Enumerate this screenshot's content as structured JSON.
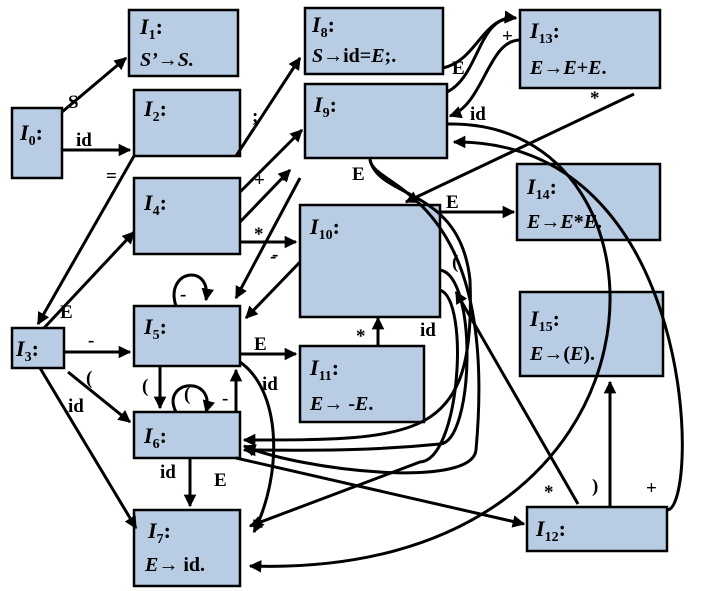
{
  "states": [
    {
      "id": "I0",
      "name": "I",
      "sub": "0",
      "name_suffix": ":",
      "items": []
    },
    {
      "id": "I1",
      "name": "I",
      "sub": "1",
      "name_suffix": ":",
      "items": [
        [
          {
            "t": "S’→S.",
            "i": true
          }
        ]
      ]
    },
    {
      "id": "I2",
      "name": "I",
      "sub": "2",
      "name_suffix": ":",
      "items": []
    },
    {
      "id": "I3",
      "name": "I",
      "sub": "3",
      "name_suffix": ":",
      "items": []
    },
    {
      "id": "I4",
      "name": "I",
      "sub": "4",
      "name_suffix": ":",
      "items": []
    },
    {
      "id": "I5",
      "name": "I",
      "sub": "5",
      "name_suffix": ":",
      "items": []
    },
    {
      "id": "I6",
      "name": "I",
      "sub": "6",
      "name_suffix": ":",
      "items": []
    },
    {
      "id": "I7",
      "name": "I",
      "sub": "7",
      "name_suffix": ":",
      "items": [
        [
          {
            "t": "E",
            "i": true
          },
          {
            "t": "→ id.",
            "i": false
          }
        ]
      ]
    },
    {
      "id": "I8",
      "name": "I",
      "sub": "8",
      "name_suffix": ":",
      "items": [
        [
          {
            "t": "S",
            "i": true
          },
          {
            "t": "→id=",
            "i": false
          },
          {
            "t": "E",
            "i": true
          },
          {
            "t": ";.",
            "i": false
          }
        ]
      ]
    },
    {
      "id": "I9",
      "name": "I",
      "sub": "9",
      "name_suffix": ":",
      "items": []
    },
    {
      "id": "I10",
      "name": "I",
      "sub": "10",
      "name_suffix": ":",
      "items": []
    },
    {
      "id": "I11",
      "name": "I",
      "sub": "11",
      "name_suffix": ":",
      "items": [
        [
          {
            "t": "E",
            "i": true
          },
          {
            "t": "→ -",
            "i": false
          },
          {
            "t": "E",
            "i": true
          },
          {
            "t": ".",
            "i": false
          }
        ]
      ]
    },
    {
      "id": "I12",
      "name": "I",
      "sub": "12",
      "name_suffix": ":",
      "items": []
    },
    {
      "id": "I13",
      "name": "I",
      "sub": "13",
      "name_suffix": ":",
      "items": [
        [
          {
            "t": "E",
            "i": true
          },
          {
            "t": "→",
            "i": false
          },
          {
            "t": "E",
            "i": true
          },
          {
            "t": "+",
            "i": false
          },
          {
            "t": "E",
            "i": true
          },
          {
            "t": ".",
            "i": false
          }
        ]
      ]
    },
    {
      "id": "I14",
      "name": "I",
      "sub": "14",
      "name_suffix": ":",
      "items": [
        [
          {
            "t": "E",
            "i": true
          },
          {
            "t": "→",
            "i": false
          },
          {
            "t": "E",
            "i": true
          },
          {
            "t": "*",
            "i": false
          },
          {
            "t": "E",
            "i": true
          },
          {
            "t": ".",
            "i": false
          }
        ]
      ]
    },
    {
      "id": "I15",
      "name": "I",
      "sub": "15",
      "name_suffix": ":",
      "items": [
        [
          {
            "t": "E",
            "i": true
          },
          {
            "t": "→(",
            "i": false
          },
          {
            "t": "E",
            "i": true
          },
          {
            "t": ").",
            "i": false
          }
        ]
      ]
    }
  ],
  "edges": [
    {
      "id": "e0-1",
      "from": "I0",
      "to": "I1",
      "label": "S"
    },
    {
      "id": "e0-2",
      "from": "I0",
      "to": "I2",
      "label": "id"
    },
    {
      "id": "e2-3",
      "from": "I2",
      "to": "I3",
      "label": "="
    },
    {
      "id": "e2-8",
      "from": "I2",
      "to": "I8",
      "label": ";"
    },
    {
      "id": "e3-4",
      "from": "I3",
      "to": "I4",
      "label": "E"
    },
    {
      "id": "e3-5",
      "from": "I3",
      "to": "I5",
      "label": "-"
    },
    {
      "id": "e3-6",
      "from": "I3",
      "to": "I6",
      "label": "("
    },
    {
      "id": "e3-7",
      "from": "I3",
      "to": "I7",
      "label": "id"
    },
    {
      "id": "e4-9",
      "from": "I4",
      "to": "I9",
      "label": "+"
    },
    {
      "id": "e4-5",
      "from": "I4",
      "to": "I5",
      "label": "-"
    },
    {
      "id": "e4-10",
      "from": "I4",
      "to": "I10",
      "label": "*"
    },
    {
      "id": "e5-5",
      "from": "I5",
      "to": "I5",
      "label": "-"
    },
    {
      "id": "e5-11",
      "from": "I5",
      "to": "I11",
      "label": "E"
    },
    {
      "id": "e5-6",
      "from": "I5",
      "to": "I6",
      "label": "("
    },
    {
      "id": "e5-7",
      "from": "I5",
      "to": "I7",
      "label": "id"
    },
    {
      "id": "e6-6",
      "from": "I6",
      "to": "I6",
      "label": "("
    },
    {
      "id": "e6-5",
      "from": "I6",
      "to": "I5",
      "label": "-"
    },
    {
      "id": "e6-7",
      "from": "I6",
      "to": "I7",
      "label": "id"
    },
    {
      "id": "e6-12",
      "from": "I6",
      "to": "I12",
      "label": "E"
    },
    {
      "id": "e9-13",
      "from": "I9",
      "to": "I13",
      "label": "+"
    },
    {
      "id": "e9-10",
      "from": "I9",
      "to": "I10",
      "label": "E"
    },
    {
      "id": "e9-5",
      "from": "I9",
      "to": "I5",
      "label": "-"
    },
    {
      "id": "e9-6",
      "from": "I9",
      "to": "I6",
      "label": "("
    },
    {
      "id": "e9-7",
      "from": "I9",
      "to": "I7",
      "label": "id"
    },
    {
      "id": "e10-14",
      "from": "I10",
      "to": "I14",
      "label": "E"
    },
    {
      "id": "e10-5",
      "from": "I10",
      "to": "I5",
      "label": "-"
    },
    {
      "id": "e10-6",
      "from": "I10",
      "to": "I6",
      "label": "("
    },
    {
      "id": "e10-7",
      "from": "I10",
      "to": "I7",
      "label": "id"
    },
    {
      "id": "e11-10",
      "from": "I11",
      "to": "I10",
      "label": "*"
    },
    {
      "id": "e13-10",
      "from": "I13",
      "to": "I10",
      "label": "*"
    },
    {
      "id": "e13-9",
      "from": "I13",
      "to": "I9",
      "label": ""
    },
    {
      "id": "e12-15",
      "from": "I12",
      "to": "I15",
      "label": ")"
    },
    {
      "id": "e12-10",
      "from": "I12",
      "to": "I10",
      "label": "*"
    },
    {
      "id": "e12-9",
      "from": "I12",
      "to": "I9",
      "label": "+"
    },
    {
      "id": "e8-13",
      "from": "I8",
      "to": "I13",
      "label": "E"
    }
  ]
}
